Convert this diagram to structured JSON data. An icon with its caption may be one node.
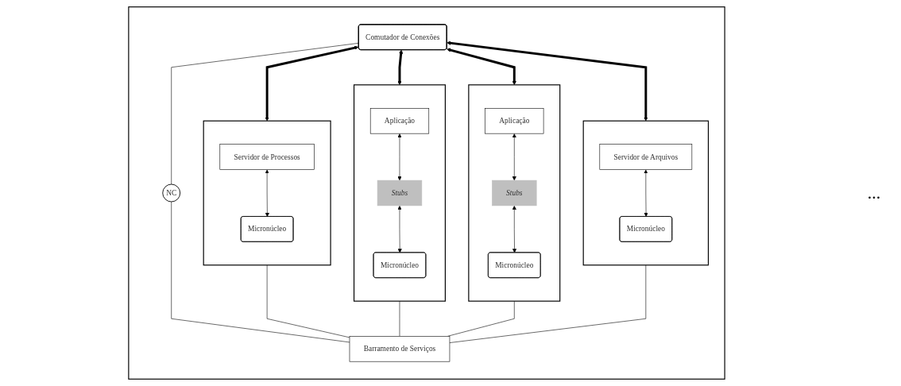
{
  "diagram": {
    "nodes": [
      {
        "text": [],
        "shape": "box"
      },
      {
        "text": [
          "Comutador de Conexões"
        ],
        "in": 0
      },
      {
        "text": [
          "NC"
        ],
        "in": 0
      },
      {
        "text": [
          "Barramento de Serviços"
        ],
        "in": 0
      },
      {
        "text": [],
        "shape": "box",
        "in": 0
      },
      {
        "text": [
          "Servidor de Processos"
        ],
        "in": 4
      },
      {
        "text": [
          "Micronúcleo"
        ],
        "in": 4
      },
      {
        "text": [],
        "shape": "box",
        "in": 0
      },
      {
        "text": [
          "Aplicação"
        ],
        "in": 7
      },
      {
        "text": [
          "Stubs"
        ],
        "in": 7
      },
      {
        "text": [
          "Micronúcleo"
        ],
        "in": 7
      },
      {
        "text": [],
        "shape": "box",
        "in": 0
      },
      {
        "text": [
          "Aplicação"
        ],
        "in": 11
      },
      {
        "text": [
          "Stubs"
        ],
        "in": 11
      },
      {
        "text": [
          "Micronúcleo"
        ],
        "in": 11
      },
      {
        "text": [],
        "shape": "box",
        "in": 0
      },
      {
        "text": [
          "Servidor de Arquivos"
        ],
        "in": 15
      },
      {
        "text": [
          "Micronúcleo"
        ],
        "in": 15
      }
    ],
    "edges": [
      {
        "from": 1,
        "to": 4,
        "arrow": "both",
        "style": "thick"
      },
      {
        "from": 1,
        "to": 7,
        "arrow": "both",
        "style": "thick"
      },
      {
        "from": 1,
        "to": 11,
        "arrow": "both",
        "style": "thick"
      },
      {
        "from": 1,
        "to": 15,
        "arrow": "both",
        "style": "thick"
      },
      {
        "from": 1,
        "to": 2,
        "arrow": "none"
      },
      {
        "from": 5,
        "to": 6,
        "arrow": "both"
      },
      {
        "from": 8,
        "to": 9,
        "arrow": "both"
      },
      {
        "from": 9,
        "to": 10,
        "arrow": "both"
      },
      {
        "from": 12,
        "to": 13,
        "arrow": "both"
      },
      {
        "from": 13,
        "to": 14,
        "arrow": "both"
      },
      {
        "from": 16,
        "to": 17,
        "arrow": "both"
      },
      {
        "from": 2,
        "to": 3,
        "arrow": "none"
      },
      {
        "from": 4,
        "to": 3,
        "arrow": "none"
      },
      {
        "from": 7,
        "to": 3,
        "arrow": "none"
      },
      {
        "from": 11,
        "to": 3,
        "arrow": "none"
      },
      {
        "from": 15,
        "to": 3,
        "arrow": "none"
      }
    ],
    "labels": [
      "..."
    ]
  }
}
